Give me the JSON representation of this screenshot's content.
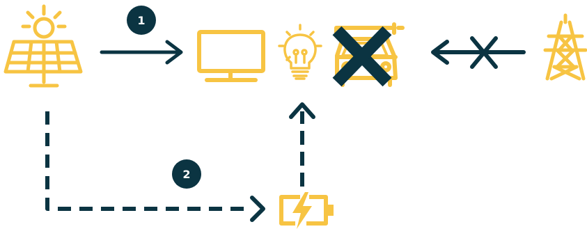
{
  "colors": {
    "icon_yellow": "#F7C443",
    "navy": "#0B3442",
    "white": "#FFFFFF"
  },
  "nodes": {
    "solar": {
      "icon": "solar-panel-icon"
    },
    "tv": {
      "icon": "television-icon"
    },
    "bulb": {
      "icon": "light-bulb-icon"
    },
    "car": {
      "icon": "electric-car-icon",
      "status": "crossed-out"
    },
    "pylon": {
      "icon": "power-pylon-icon"
    },
    "battery": {
      "icon": "battery-charging-icon"
    }
  },
  "badges": {
    "step1": "1",
    "step2": "2"
  },
  "arrows": {
    "solar_to_loads": {
      "style": "solid"
    },
    "grid_to_loads": {
      "style": "solid",
      "status": "blocked"
    },
    "solar_to_battery": {
      "style": "dashed"
    },
    "battery_to_loads": {
      "style": "dashed"
    }
  }
}
